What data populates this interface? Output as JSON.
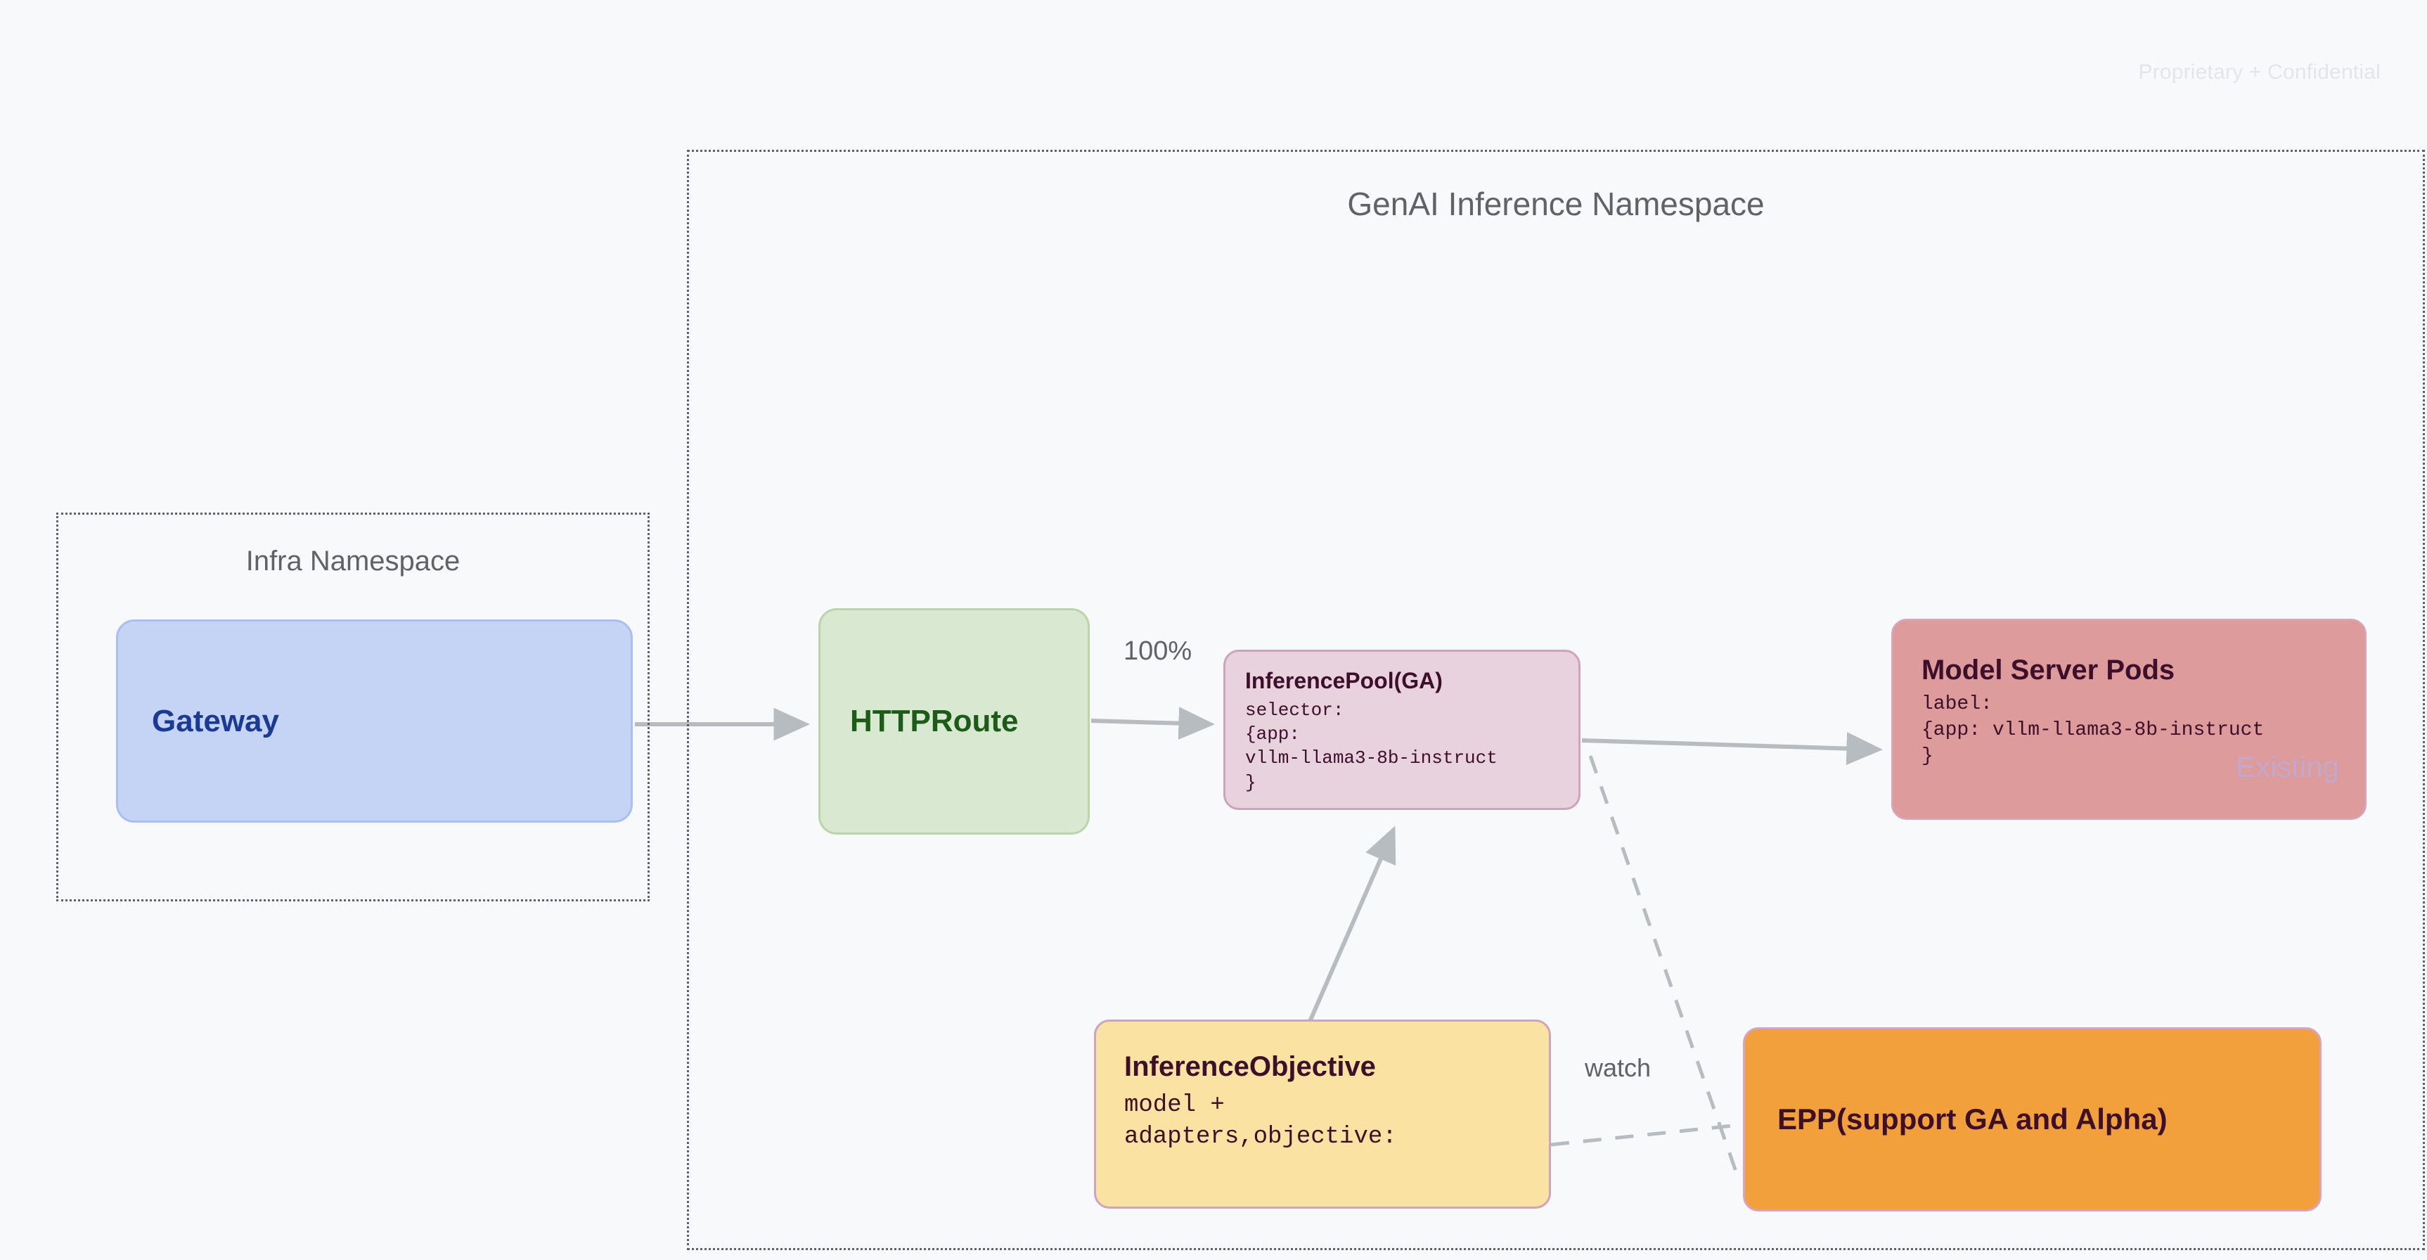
{
  "page": {
    "watermark": "Proprietary + Confidential"
  },
  "namespaces": [
    {
      "id": "genai",
      "title": "GenAI Inference Namespace"
    },
    {
      "id": "infra",
      "title": "Infra Namespace"
    }
  ],
  "nodes": {
    "gateway": {
      "title": "Gateway",
      "fill": "#c5d4f5",
      "text_color": "#1a3a94"
    },
    "httproute": {
      "title": "HTTPRoute",
      "fill": "#d9e9d1",
      "text_color": "#1d5c18"
    },
    "inferencepool": {
      "title": "InferencePool(GA)",
      "code": "selector:\n{app:\nvllm-llama3-8b-instruct\n}",
      "fill": "#e7d2de",
      "text_color": "#3d0f2a"
    },
    "modelserver": {
      "title": "Model Server Pods",
      "code": "label:\n{app: vllm-llama3-8b-instruct\n}",
      "badge": "Existing",
      "fill": "#dd9b9b",
      "text_color": "#3d0f2a",
      "badge_color": "#c3a8cd"
    },
    "inferenceobjective": {
      "title": "InferenceObjective",
      "code": "model +\nadapters,objective:",
      "fill": "#fae3a2",
      "text_color": "#3d0f2a"
    },
    "epp": {
      "title": "EPP(support GA and Alpha)",
      "fill": "#f2a03c",
      "text_color": "#3d0f2a"
    }
  },
  "edges": {
    "gateway_to_httproute": {
      "label": ""
    },
    "httproute_to_inferencepool": {
      "label": "100%"
    },
    "inferencepool_to_modelserver": {
      "label": ""
    },
    "inferenceobjective_to_inferencepool": {
      "label": ""
    },
    "inferencepool_to_epp": {
      "label": "watch"
    },
    "inferenceobjective_to_epp": {
      "label": ""
    }
  },
  "colors": {
    "background": "#f7f9fa",
    "namespace_border": "#5f6368",
    "connector": "#b6bcc0",
    "watermark": "#e3e6e8"
  }
}
